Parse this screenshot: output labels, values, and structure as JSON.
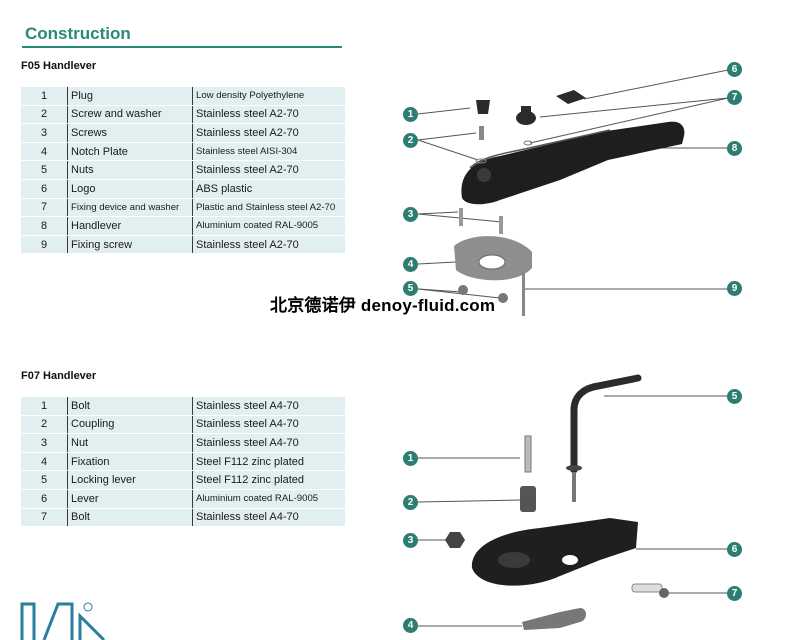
{
  "header": {
    "title": "Construction"
  },
  "f05": {
    "title": "F05 Handlever",
    "rows": [
      {
        "num": "1",
        "part": "Plug",
        "material": "Low density Polyethylene"
      },
      {
        "num": "2",
        "part": "Screw and washer",
        "material": "Stainless steel A2-70"
      },
      {
        "num": "3",
        "part": "Screws",
        "material": "Stainless steel A2-70"
      },
      {
        "num": "4",
        "part": "Notch Plate",
        "material": "Stainless steel AISI-304"
      },
      {
        "num": "5",
        "part": "Nuts",
        "material": "Stainless steel A2-70"
      },
      {
        "num": "6",
        "part": "Logo",
        "material": "ABS plastic"
      },
      {
        "num": "7",
        "part": "Fixing device and washer",
        "material": "Plastic and Stainless steel A2-70"
      },
      {
        "num": "8",
        "part": "Handlever",
        "material": "Aluminium coated RAL-9005"
      },
      {
        "num": "9",
        "part": "Fixing screw",
        "material": "Stainless steel A2-70"
      }
    ],
    "callouts": [
      "1",
      "2",
      "3",
      "4",
      "5",
      "6",
      "7",
      "8",
      "9"
    ]
  },
  "watermark": "北京德诺伊 denoy-fluid.com",
  "f07": {
    "title": "F07 Handlever",
    "rows": [
      {
        "num": "1",
        "part": "Bolt",
        "material": "Stainless steel A4-70"
      },
      {
        "num": "2",
        "part": "Coupling",
        "material": "Stainless steel A4-70"
      },
      {
        "num": "3",
        "part": "Nut",
        "material": "Stainless steel A4-70"
      },
      {
        "num": "4",
        "part": "Fixation",
        "material": "Steel F112 zinc plated"
      },
      {
        "num": "5",
        "part": "Locking lever",
        "material": "Steel F112 zinc plated"
      },
      {
        "num": "6",
        "part": "Lever",
        "material": "Aluminium coated RAL-9005"
      },
      {
        "num": "7",
        "part": "Bolt",
        "material": "Stainless steel A4-70"
      }
    ],
    "callouts": [
      "1",
      "2",
      "3",
      "4",
      "5",
      "6",
      "7"
    ]
  },
  "colors": {
    "accent": "#2a8a7a",
    "callout": "#2d7d73",
    "table_fill": "#e2eff1",
    "logo": "#2a7fa0"
  },
  "icons": [
    "f05-exploded-drawing",
    "f07-exploded-drawing",
    "company-logo"
  ]
}
